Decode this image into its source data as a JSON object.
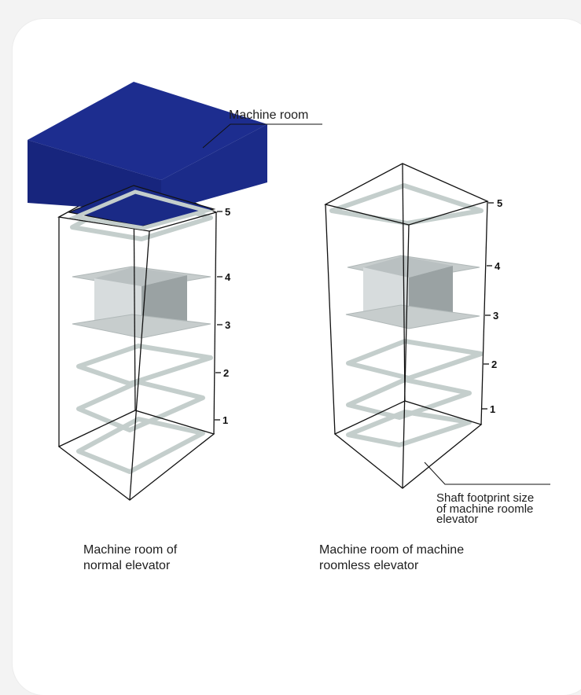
{
  "labels": {
    "machine_room": "Machine room",
    "shaft_footprint": [
      "Shaft footprint size",
      "of machine roomle",
      "elevator"
    ],
    "left_caption": [
      "Machine room of",
      "normal elevator"
    ],
    "right_caption": [
      "Machine room of machine",
      "roomless elevator"
    ]
  },
  "left_shaft": {
    "floors": [
      "5",
      "4",
      "3",
      "2",
      "1"
    ]
  },
  "right_shaft": {
    "floors": [
      "5",
      "4",
      "3",
      "2",
      "1"
    ]
  },
  "colors": {
    "machine_room_top": "#1d2d8f",
    "machine_room_front": "#15237a",
    "machine_room_side": "#1a2a88",
    "floor_ring": "#c9d3d0",
    "car_front": "#d5dadb",
    "car_side": "#8f9899",
    "car_top": "#b7bebf"
  }
}
